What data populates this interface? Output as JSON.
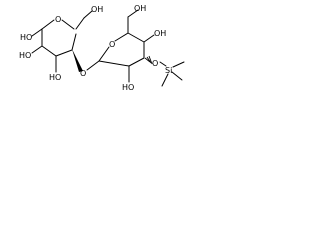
{
  "molecule": {
    "labels": {
      "ring_left_c1_oh": "HO",
      "ring_left_c2_oh": "HO",
      "ring_left_c3_oh": "HO",
      "ring_left_c6_oh": "OH",
      "ring_left_o": "O",
      "linker_o": "O",
      "ring_right_o": "O",
      "ring_right_c6_oh": "OH",
      "ring_right_c4_oh": "OH",
      "ring_right_c2_oh": "HO",
      "tms_o": "O",
      "tms_si": "Si"
    }
  }
}
